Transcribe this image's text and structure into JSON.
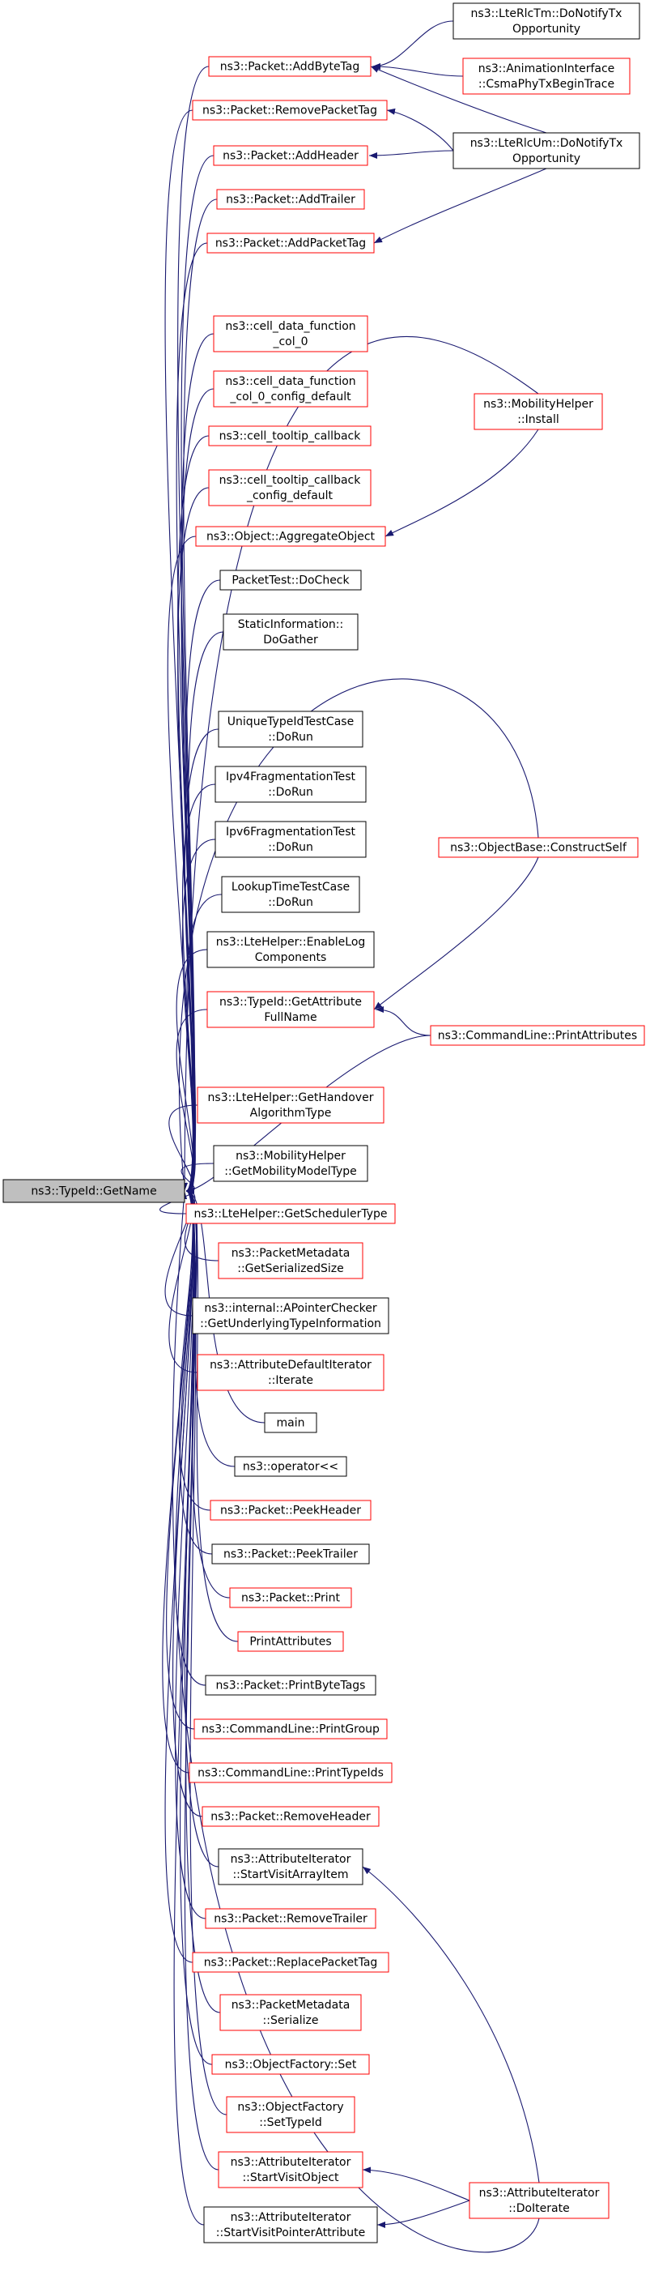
{
  "diagram": {
    "colors": {
      "edge": "#191970",
      "red_border": "#ff0000",
      "black_border": "#000000",
      "root_fill": "#bfbfbf"
    },
    "nodes": [
      {
        "id": "root",
        "lines": [
          "ns3::TypeId::GetName"
        ],
        "border": "root"
      },
      {
        "id": "addbytetag",
        "lines": [
          "ns3::Packet::AddByteTag"
        ],
        "border": "red"
      },
      {
        "id": "removepackettag",
        "lines": [
          "ns3::Packet::RemovePacketTag"
        ],
        "border": "red"
      },
      {
        "id": "addheader",
        "lines": [
          "ns3::Packet::AddHeader"
        ],
        "border": "red"
      },
      {
        "id": "addtrailer",
        "lines": [
          "ns3::Packet::AddTrailer"
        ],
        "border": "red"
      },
      {
        "id": "addpackettag",
        "lines": [
          "ns3::Packet::AddPacketTag"
        ],
        "border": "red"
      },
      {
        "id": "celldata0",
        "lines": [
          "ns3::cell_data_function",
          "_col_0"
        ],
        "border": "red"
      },
      {
        "id": "celldata0cfg",
        "lines": [
          "ns3::cell_data_function",
          "_col_0_config_default"
        ],
        "border": "red"
      },
      {
        "id": "celltooltip",
        "lines": [
          "ns3::cell_tooltip_callback"
        ],
        "border": "red"
      },
      {
        "id": "celltooltipcfg",
        "lines": [
          "ns3::cell_tooltip_callback",
          "_config_default"
        ],
        "border": "red"
      },
      {
        "id": "aggregate",
        "lines": [
          "ns3::Object::AggregateObject"
        ],
        "border": "red"
      },
      {
        "id": "packettestcheck",
        "lines": [
          "PacketTest::DoCheck"
        ],
        "border": "black"
      },
      {
        "id": "staticinfo",
        "lines": [
          "StaticInformation::",
          "DoGather"
        ],
        "border": "black"
      },
      {
        "id": "uniquetypeid",
        "lines": [
          "UniqueTypeIdTestCase",
          "::DoRun"
        ],
        "border": "black"
      },
      {
        "id": "ipv4frag",
        "lines": [
          "Ipv4FragmentationTest",
          "::DoRun"
        ],
        "border": "black"
      },
      {
        "id": "ipv6frag",
        "lines": [
          "Ipv6FragmentationTest",
          "::DoRun"
        ],
        "border": "black"
      },
      {
        "id": "lookuptime",
        "lines": [
          "LookupTimeTestCase",
          "::DoRun"
        ],
        "border": "black"
      },
      {
        "id": "ltelog",
        "lines": [
          "ns3::LteHelper::EnableLog",
          "Components"
        ],
        "border": "black"
      },
      {
        "id": "getattrfull",
        "lines": [
          "ns3::TypeId::GetAttribute",
          "FullName"
        ],
        "border": "red"
      },
      {
        "id": "handover",
        "lines": [
          "ns3::LteHelper::GetHandover",
          "AlgorithmType"
        ],
        "border": "red"
      },
      {
        "id": "mobilitytype",
        "lines": [
          "ns3::MobilityHelper",
          "::GetMobilityModelType"
        ],
        "border": "black"
      },
      {
        "id": "schedtype",
        "lines": [
          "ns3::LteHelper::GetSchedulerType"
        ],
        "border": "red"
      },
      {
        "id": "serializedsize",
        "lines": [
          "ns3::PacketMetadata",
          "::GetSerializedSize"
        ],
        "border": "red"
      },
      {
        "id": "apointer",
        "lines": [
          "ns3::internal::APointerChecker",
          "::GetUnderlyingTypeInformation"
        ],
        "border": "black"
      },
      {
        "id": "attrdefiter",
        "lines": [
          "ns3::AttributeDefaultIterator",
          "::Iterate"
        ],
        "border": "red"
      },
      {
        "id": "main",
        "lines": [
          "main"
        ],
        "border": "black"
      },
      {
        "id": "opstream",
        "lines": [
          "ns3::operator<<"
        ],
        "border": "black"
      },
      {
        "id": "peekheader",
        "lines": [
          "ns3::Packet::PeekHeader"
        ],
        "border": "red"
      },
      {
        "id": "peektrailer",
        "lines": [
          "ns3::Packet::PeekTrailer"
        ],
        "border": "black"
      },
      {
        "id": "print",
        "lines": [
          "ns3::Packet::Print"
        ],
        "border": "red"
      },
      {
        "id": "printattributes",
        "lines": [
          "PrintAttributes"
        ],
        "border": "red"
      },
      {
        "id": "printbytetags",
        "lines": [
          "ns3::Packet::PrintByteTags"
        ],
        "border": "black"
      },
      {
        "id": "printgroup",
        "lines": [
          "ns3::CommandLine::PrintGroup"
        ],
        "border": "red"
      },
      {
        "id": "printtypeids",
        "lines": [
          "ns3::CommandLine::PrintTypeIds"
        ],
        "border": "red"
      },
      {
        "id": "removeheader",
        "lines": [
          "ns3::Packet::RemoveHeader"
        ],
        "border": "red"
      },
      {
        "id": "startvisitarray",
        "lines": [
          "ns3::AttributeIterator",
          "::StartVisitArrayItem"
        ],
        "border": "black"
      },
      {
        "id": "removetrailer",
        "lines": [
          "ns3::Packet::RemoveTrailer"
        ],
        "border": "red"
      },
      {
        "id": "replacepackettag",
        "lines": [
          "ns3::Packet::ReplacePacketTag"
        ],
        "border": "red"
      },
      {
        "id": "serialize",
        "lines": [
          "ns3::PacketMetadata",
          "::Serialize"
        ],
        "border": "red"
      },
      {
        "id": "objfactoryset",
        "lines": [
          "ns3::ObjectFactory::Set"
        ],
        "border": "red"
      },
      {
        "id": "settypeid",
        "lines": [
          "ns3::ObjectFactory",
          "::SetTypeId"
        ],
        "border": "red"
      },
      {
        "id": "startvisitobject",
        "lines": [
          "ns3::AttributeIterator",
          "::StartVisitObject"
        ],
        "border": "red"
      },
      {
        "id": "startvisitpointer",
        "lines": [
          "ns3::AttributeIterator",
          "::StartVisitPointerAttribute"
        ],
        "border": "black"
      },
      {
        "id": "rlctm",
        "lines": [
          "ns3::LteRlcTm::DoNotifyTx",
          "Opportunity"
        ],
        "border": "black"
      },
      {
        "id": "animcsma",
        "lines": [
          "ns3::AnimationInterface",
          "::CsmaPhyTxBeginTrace"
        ],
        "border": "red"
      },
      {
        "id": "rlcum",
        "lines": [
          "ns3::LteRlcUm::DoNotifyTx",
          "Opportunity"
        ],
        "border": "black"
      },
      {
        "id": "mobinstall",
        "lines": [
          "ns3::MobilityHelper",
          "::Install"
        ],
        "border": "red"
      },
      {
        "id": "constructself",
        "lines": [
          "ns3::ObjectBase::ConstructSelf"
        ],
        "border": "red"
      },
      {
        "id": "cmdprintattr",
        "lines": [
          "ns3::CommandLine::PrintAttributes"
        ],
        "border": "red"
      },
      {
        "id": "doiterate",
        "lines": [
          "ns3::AttributeIterator",
          "::DoIterate"
        ],
        "border": "red"
      }
    ],
    "edges": [
      {
        "from": "addbytetag",
        "to": "root"
      },
      {
        "from": "removepackettag",
        "to": "root"
      },
      {
        "from": "addheader",
        "to": "root"
      },
      {
        "from": "addtrailer",
        "to": "root"
      },
      {
        "from": "addpackettag",
        "to": "root"
      },
      {
        "from": "mobinstall",
        "to": "root"
      },
      {
        "from": "celldata0",
        "to": "root"
      },
      {
        "from": "celldata0cfg",
        "to": "root"
      },
      {
        "from": "celltooltip",
        "to": "root"
      },
      {
        "from": "celltooltipcfg",
        "to": "root"
      },
      {
        "from": "aggregate",
        "to": "root"
      },
      {
        "from": "packettestcheck",
        "to": "root"
      },
      {
        "from": "staticinfo",
        "to": "root"
      },
      {
        "from": "constructself",
        "to": "root"
      },
      {
        "from": "uniquetypeid",
        "to": "root"
      },
      {
        "from": "ipv4frag",
        "to": "root"
      },
      {
        "from": "ipv6frag",
        "to": "root"
      },
      {
        "from": "lookuptime",
        "to": "root"
      },
      {
        "from": "ltelog",
        "to": "root"
      },
      {
        "from": "getattrfull",
        "to": "root"
      },
      {
        "from": "cmdprintattr",
        "to": "root"
      },
      {
        "from": "handover",
        "to": "root"
      },
      {
        "from": "mobilitytype",
        "to": "root"
      },
      {
        "from": "schedtype",
        "to": "root"
      },
      {
        "from": "serializedsize",
        "to": "root"
      },
      {
        "from": "apointer",
        "to": "root"
      },
      {
        "from": "attrdefiter",
        "to": "root"
      },
      {
        "from": "main",
        "to": "root"
      },
      {
        "from": "opstream",
        "to": "root"
      },
      {
        "from": "peekheader",
        "to": "root"
      },
      {
        "from": "peektrailer",
        "to": "root"
      },
      {
        "from": "print",
        "to": "root"
      },
      {
        "from": "printattributes",
        "to": "root"
      },
      {
        "from": "printbytetags",
        "to": "root"
      },
      {
        "from": "printgroup",
        "to": "root"
      },
      {
        "from": "printtypeids",
        "to": "root"
      },
      {
        "from": "removeheader",
        "to": "root"
      },
      {
        "from": "startvisitarray",
        "to": "root"
      },
      {
        "from": "removetrailer",
        "to": "root"
      },
      {
        "from": "replacepackettag",
        "to": "root"
      },
      {
        "from": "serialize",
        "to": "root"
      },
      {
        "from": "objfactoryset",
        "to": "root"
      },
      {
        "from": "settypeid",
        "to": "root"
      },
      {
        "from": "startvisitobject",
        "to": "root"
      },
      {
        "from": "startvisitpointer",
        "to": "root"
      },
      {
        "from": "doiterate",
        "to": "root"
      },
      {
        "from": "rlctm",
        "to": "addbytetag"
      },
      {
        "from": "animcsma",
        "to": "addbytetag"
      },
      {
        "from": "rlcum",
        "to": "addbytetag"
      },
      {
        "from": "rlcum",
        "to": "removepackettag"
      },
      {
        "from": "rlcum",
        "to": "addheader"
      },
      {
        "from": "rlcum",
        "to": "addpackettag"
      },
      {
        "from": "mobinstall",
        "to": "aggregate"
      },
      {
        "from": "constructself",
        "to": "getattrfull"
      },
      {
        "from": "cmdprintattr",
        "to": "getattrfull"
      },
      {
        "from": "doiterate",
        "to": "startvisitarray"
      },
      {
        "from": "doiterate",
        "to": "startvisitobject"
      },
      {
        "from": "doiterate",
        "to": "startvisitpointer"
      }
    ]
  }
}
